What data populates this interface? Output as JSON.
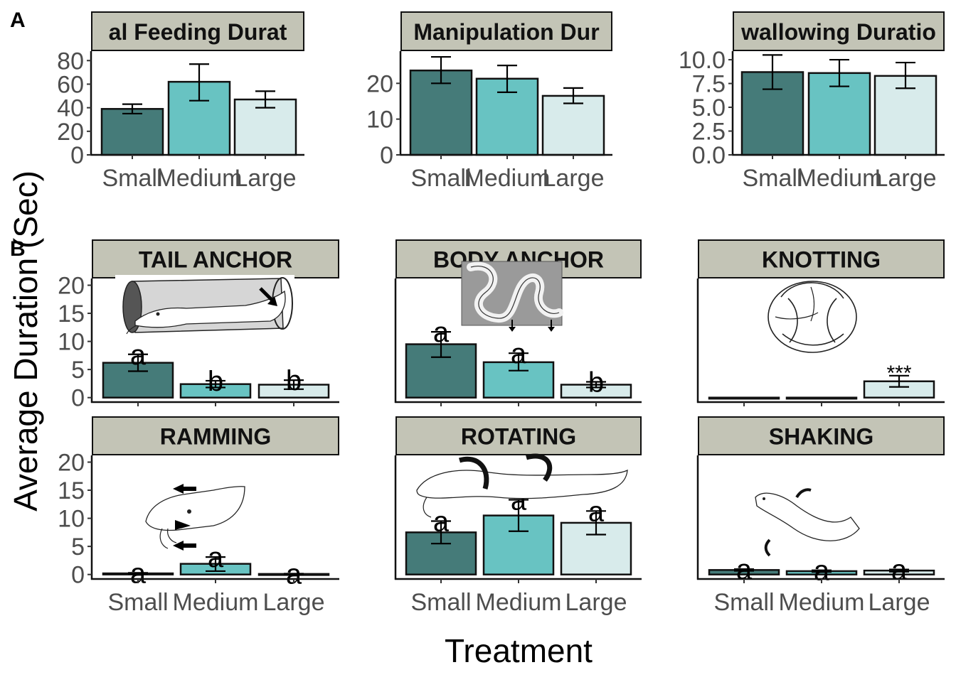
{
  "colors": {
    "small": "#457b79",
    "medium": "#68c3c2",
    "large": "#d8ebeb",
    "strip": "#c3c4b6"
  },
  "panel_tags": {
    "a": "A",
    "b": "B"
  },
  "figure_labels": {
    "y": "Average Duration (Sec) ",
    "x": "Treatment"
  },
  "chart_data": [
    {
      "type": "bar",
      "panel": "A",
      "title": "al Feeding Durat",
      "categories": [
        "Small",
        "Medium",
        "Large"
      ],
      "values": [
        39,
        62,
        47
      ],
      "error_low": [
        35,
        46,
        40
      ],
      "error_high": [
        43,
        77,
        54
      ],
      "ylim": [
        0,
        88
      ],
      "yticks": [
        0,
        20,
        40,
        60,
        80
      ],
      "ytick_labels": [
        "0",
        "20",
        "40",
        "60",
        "80"
      ],
      "letters": [
        "",
        "",
        ""
      ]
    },
    {
      "type": "bar",
      "panel": "A",
      "title": "Manipulation Dur",
      "categories": [
        "Small",
        "Medium",
        "Large"
      ],
      "values": [
        23.6,
        21.3,
        16.5
      ],
      "error_low": [
        20.0,
        17.5,
        14.4
      ],
      "error_high": [
        27.4,
        25.0,
        18.7
      ],
      "ylim": [
        0,
        29
      ],
      "yticks": [
        0,
        10,
        20
      ],
      "ytick_labels": [
        "0",
        "10",
        "20"
      ],
      "letters": [
        "",
        "",
        ""
      ]
    },
    {
      "type": "bar",
      "panel": "A",
      "title": "wallowing Duratio",
      "categories": [
        "Small",
        "Medium",
        "Large"
      ],
      "values": [
        8.7,
        8.6,
        8.3
      ],
      "error_low": [
        6.9,
        7.2,
        7.0
      ],
      "error_high": [
        10.5,
        10.0,
        9.7
      ],
      "ylim": [
        0,
        10.9
      ],
      "yticks": [
        0,
        2.5,
        5.0,
        7.5,
        10.0
      ],
      "ytick_labels": [
        "0.0",
        "2.5",
        "5.0",
        "7.5",
        "10.0"
      ],
      "letters": [
        "",
        "",
        ""
      ]
    },
    {
      "type": "bar",
      "panel": "B",
      "title": "TAIL ANCHOR",
      "categories": [
        "Small",
        "Medium",
        "Large"
      ],
      "values": [
        6.2,
        2.4,
        2.3
      ],
      "error_low": [
        4.7,
        1.8,
        1.5
      ],
      "error_high": [
        7.7,
        3.0,
        3.1
      ],
      "ylim": [
        -0.8,
        21.2
      ],
      "yticks": [
        0,
        5,
        10,
        15,
        20
      ],
      "ytick_labels": [
        "0",
        "5",
        "10",
        "15",
        "20"
      ],
      "letters": [
        "a",
        "b",
        "b"
      ]
    },
    {
      "type": "bar",
      "panel": "B",
      "title": "BODY ANCHOR",
      "categories": [
        "Small",
        "Medium",
        "Large"
      ],
      "values": [
        9.5,
        6.3,
        2.3
      ],
      "error_low": [
        7.2,
        4.8,
        1.8
      ],
      "error_high": [
        11.7,
        7.9,
        2.8
      ],
      "ylim": [
        -0.8,
        21.2
      ],
      "yticks": [],
      "ytick_labels": [],
      "letters": [
        "a",
        "a",
        "b"
      ]
    },
    {
      "type": "bar",
      "panel": "B",
      "title": "KNOTTING",
      "categories": [
        "Small",
        "Medium",
        "Large"
      ],
      "values": [
        0,
        0,
        2.9
      ],
      "error_low": [
        0,
        0,
        1.9
      ],
      "error_high": [
        0,
        0,
        3.9
      ],
      "ylim": [
        -0.8,
        21.2
      ],
      "yticks": [],
      "ytick_labels": [],
      "letters": [
        "",
        "",
        "***"
      ]
    },
    {
      "type": "bar",
      "panel": "B",
      "title": "RAMMING",
      "categories": [
        "Small",
        "Medium",
        "Large"
      ],
      "values": [
        0.2,
        1.9,
        0.1
      ],
      "error_low": [
        0.1,
        0.6,
        0.05
      ],
      "error_high": [
        0.3,
        3.1,
        0.15
      ],
      "ylim": [
        -0.8,
        21.2
      ],
      "yticks": [
        0,
        5,
        10,
        15,
        20
      ],
      "ytick_labels": [
        "0",
        "5",
        "10",
        "15",
        "20"
      ],
      "letters": [
        "a",
        "a",
        "a"
      ]
    },
    {
      "type": "bar",
      "panel": "B",
      "title": "ROTATING",
      "categories": [
        "Small",
        "Medium",
        "Large"
      ],
      "values": [
        7.5,
        10.5,
        9.2
      ],
      "error_low": [
        5.5,
        7.7,
        7.1
      ],
      "error_high": [
        9.5,
        13.3,
        11.3
      ],
      "ylim": [
        -0.8,
        21.2
      ],
      "yticks": [],
      "ytick_labels": [],
      "letters": [
        "a",
        "a",
        "a"
      ]
    },
    {
      "type": "bar",
      "panel": "B",
      "title": "SHAKING",
      "categories": [
        "Small",
        "Medium",
        "Large"
      ],
      "values": [
        0.8,
        0.6,
        0.7
      ],
      "error_low": [
        0.65,
        0.45,
        0.5
      ],
      "error_high": [
        0.95,
        0.75,
        0.9
      ],
      "ylim": [
        -0.8,
        21.2
      ],
      "yticks": [],
      "ytick_labels": [],
      "letters": [
        "a",
        "a",
        "a"
      ]
    }
  ]
}
